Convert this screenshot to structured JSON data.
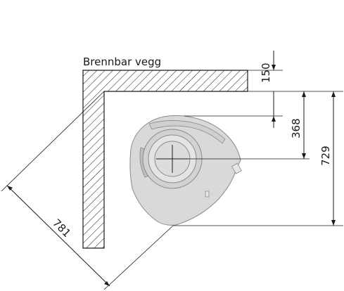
{
  "wall_label": "Brennbar vegg",
  "dimensions": {
    "wall_to_center_depth": "150",
    "front_to_center": "368",
    "corner_to_front": "729",
    "diagonal_extent": "781"
  },
  "colors": {
    "line": "#1a1a1a",
    "stove_fill": "#d9d9d9",
    "stove_stroke": "#8a8a8a",
    "hatch": "#1a1a1a"
  }
}
